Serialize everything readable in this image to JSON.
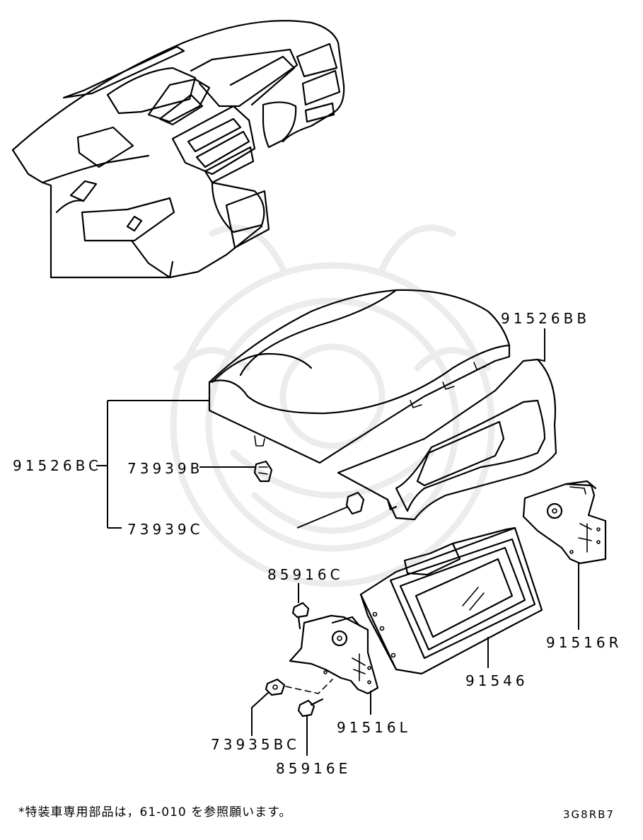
{
  "labels": {
    "p_91526BB": "91526BB",
    "p_91526BC": "91526BC",
    "p_73939B": "73939B",
    "p_73939C": "73939C",
    "p_85916C": "85916C",
    "p_91516R": "91516R",
    "p_91546": "91546",
    "p_91516L": "91516L",
    "p_73935BC": "73935BC",
    "p_85916E": "85916E"
  },
  "footer": {
    "note": "*特装車専用部品は，61-010 を参照願います。",
    "diagram_code": "3G8RB7"
  }
}
